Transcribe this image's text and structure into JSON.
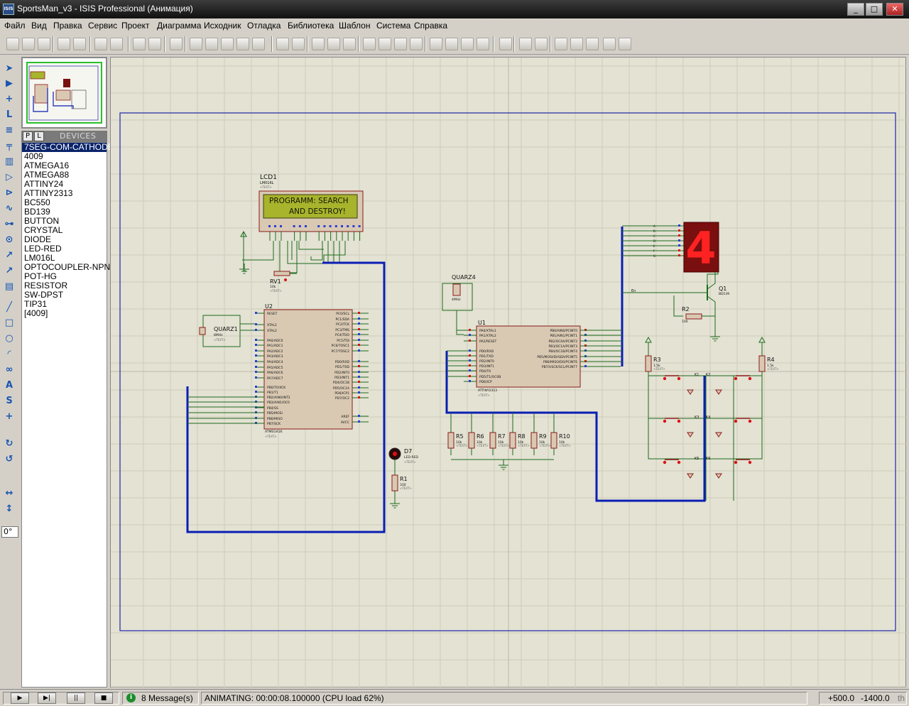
{
  "window": {
    "icon_label": "ISIS",
    "title": "SportsMan_v3 - ISIS Professional (Анимация)",
    "controls": [
      "_",
      "□",
      "✕"
    ]
  },
  "menu": [
    "Файл",
    "Вид",
    "Правка",
    "Сервис",
    "Проект",
    "Диаграмма",
    "Исходник",
    "Отладка",
    "Библиотека",
    "Шаблон",
    "Система",
    "Справка"
  ],
  "toolbar_icons": [
    "new-icon",
    "open-icon",
    "save-icon",
    "import-icon",
    "export-icon",
    "print-icon",
    "print-area-icon",
    "refresh-icon",
    "grid-icon",
    "origin-icon",
    "pan-icon",
    "zoom-in-icon",
    "zoom-out-icon",
    "zoom-all-icon",
    "zoom-area-icon",
    "undo-icon",
    "redo-icon",
    "cut-icon",
    "copy-icon",
    "paste-icon",
    "block-copy-icon",
    "block-move-icon",
    "block-rotate-icon",
    "block-delete-icon",
    "pick-device-icon",
    "make-device-icon",
    "package-icon",
    "decompose-icon",
    "wire-autorouter-icon",
    "search-icon",
    "property-tool-icon",
    "netlist-icon",
    "bill-of-materials-icon",
    "electrical-check-icon",
    "netlist-to-ares-icon",
    "ares-icon"
  ],
  "left_tools": [
    "selection-icon",
    "component-icon",
    "junction-icon",
    "wire-label-icon",
    "text-script-icon",
    "bus-icon",
    "subcircuit-icon",
    "terminal-icon",
    "device-pin-icon",
    "graph-icon",
    "tape-recorder-icon",
    "generator-icon",
    "voltage-probe-icon",
    "current-probe-icon",
    "virtual-instrument-icon",
    "line-icon",
    "box-icon",
    "circle-icon",
    "arc-icon",
    "path-icon",
    "text-icon",
    "symbol-icon",
    "marker-icon",
    "rotate-cw-icon",
    "rotate-ccw-icon",
    "mirror-x-icon",
    "mirror-y-icon"
  ],
  "rotation": "0°",
  "devices": {
    "tab_p": "P",
    "tab_l": "L",
    "title": "DEVICES",
    "items": [
      "7SEG-COM-CATHODE",
      "4009",
      "ATMEGA16",
      "ATMEGA88",
      "ATTINY24",
      "ATTINY2313",
      "BC550",
      "BD139",
      "BUTTON",
      "CRYSTAL",
      "DIODE",
      "LED-RED",
      "LM016L",
      "OPTOCOUPLER-NPN",
      "POT-HG",
      "RESISTOR",
      "SW-DPST",
      "TIP31",
      "[4009]"
    ],
    "selected_index": 0
  },
  "schematic": {
    "lcd": {
      "ref": "LCD1",
      "part": "LM016L",
      "line1": "PROGRAMM: SEARCH",
      "line2": "AND DESTROY!"
    },
    "u2": {
      "ref": "U2",
      "part": "ATMEGA16",
      "left_pins": [
        "RESET",
        "XTAL1",
        "XTAL2",
        "PA0/ADC0",
        "PA1/ADC1",
        "PA2/ADC2",
        "PA3/ADC3",
        "PA4/ADC4",
        "PA5/ADC5",
        "PA6/ADC6",
        "PA7/ADC7",
        "PB0/T0/XCK",
        "PB1/T1",
        "PB2/AIN0/INT2",
        "PB3/AIN1/OC0",
        "PB4/SS",
        "PB5/MOSI",
        "PB6/MISO",
        "PB7/SCK"
      ],
      "right_pins": [
        "PC0/SCL",
        "PC1/SDA",
        "PC2/TCK",
        "PC3/TMS",
        "PC4/TDO",
        "PC5/TDI",
        "PC6/TOSC1",
        "PC7/TOSC2",
        "PD0/RXD",
        "PD1/TXD",
        "PD2/INT0",
        "PD3/INT1",
        "PD4/OC1B",
        "PD5/OC1A",
        "PD6/ICP1",
        "PD7/OC2",
        "AREF",
        "AVCC"
      ]
    },
    "u1": {
      "ref": "U1",
      "part": "ATTINY2313",
      "left_pins": [
        "PA0/XTAL1",
        "PA1/XTAL2",
        "PA2/RESET",
        "PD0/RXD",
        "PD1/TXD",
        "PD2/INT0",
        "PD3/INT1",
        "PD4/T0",
        "PD5/T1/OC0B",
        "PD6/ICP"
      ],
      "right_pins": [
        "PB0/AIN0/PCINT0",
        "PB1/AIN1/PCINT1",
        "PB2/OC0A/PCINT2",
        "PB3/OC1A/PCINT3",
        "PB4/OC1B/PCINT4",
        "PB5/MOSI/DI/SDA/PCINT5",
        "PB6/MISO/DO/PCINT6",
        "PB7/USCK/SCL/PCINT7"
      ]
    },
    "quarz1": {
      "ref": "QUARZ1",
      "value": "8MHz"
    },
    "quarz4": {
      "ref": "QUARZ4",
      "value": "4MHz"
    },
    "rv1": {
      "ref": "RV1",
      "value": "10k"
    },
    "led": {
      "ref": "D7",
      "part": "LED-RED"
    },
    "r1": {
      "ref": "R1",
      "value": "330"
    },
    "pulldowns": [
      "R5",
      "R6",
      "R7",
      "R8",
      "R9",
      "R10"
    ],
    "pulldown_value": "10k",
    "seg_digit": "4",
    "seg_labels": [
      "A",
      "B",
      "C",
      "D",
      "E",
      "F",
      "G"
    ],
    "transistor": {
      "ref": "Q1",
      "part": "BD139"
    },
    "r2": {
      "ref": "R2",
      "value": "100"
    },
    "r3": {
      "ref": "R3",
      "value": "1.5k"
    },
    "r4": {
      "ref": "R4",
      "value": "1.5k"
    },
    "keys": [
      "K1",
      "K2",
      "K3",
      "K4",
      "K5",
      "K6"
    ],
    "net_en": "En",
    "text_placeholder": "<TEXT>"
  },
  "colors": {
    "bus": "#0a1eb4",
    "wire": "#1c6b1c",
    "part_fill": "#d9c9b3",
    "part_stroke": "#8b1a1a",
    "frame": "#1f26a8",
    "lcd_fill": "#a7b42c",
    "seg_on": "#ff2222",
    "seg_bg": "#7a0f0f"
  },
  "status": {
    "play_buttons": [
      "▶",
      "▶|",
      "||",
      "■"
    ],
    "messages": "8 Message(s)",
    "animation": "ANIMATING: 00:00:08.100000 (CPU load 62%)",
    "coord_x": "+500.0",
    "coord_y": "-1400.0",
    "units": "th"
  }
}
